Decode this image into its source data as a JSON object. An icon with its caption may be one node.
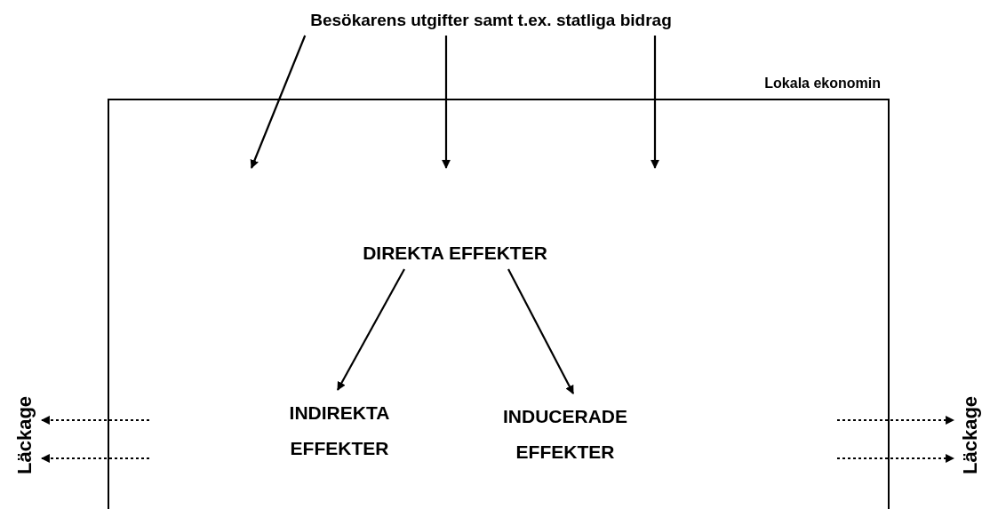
{
  "diagram": {
    "nodes": [
      {
        "text": [
          "Besökarens utgifter samt t.ex. statliga bidrag"
        ]
      },
      {
        "text": [
          "Lokala ekonomin"
        ]
      },
      {
        "text": [
          "DIREKTA EFFEKTER"
        ],
        "in": 1
      },
      {
        "text": [
          "INDIREKTA EFFEKTER"
        ],
        "in": 1
      },
      {
        "text": [
          "INDUCERADE EFFEKTER"
        ],
        "in": 1
      },
      {
        "text": [
          "Läckage"
        ]
      },
      {
        "text": [
          "Läckage"
        ]
      }
    ],
    "edges": [
      {
        "from": 0,
        "to": null,
        "arrow": "to"
      },
      {
        "from": 0,
        "to": null,
        "arrow": "to"
      },
      {
        "from": 0,
        "to": null,
        "arrow": "to"
      },
      {
        "from": 2,
        "to": 3,
        "arrow": "to"
      },
      {
        "from": 2,
        "to": 4,
        "arrow": "to"
      },
      {
        "from": null,
        "to": 5,
        "arrow": "to",
        "style": "dashed"
      },
      {
        "from": null,
        "to": 5,
        "arrow": "to",
        "style": "dashed"
      },
      {
        "from": null,
        "to": 6,
        "arrow": "to",
        "style": "dashed"
      },
      {
        "from": null,
        "to": 6,
        "arrow": "to",
        "style": "dashed"
      }
    ]
  }
}
